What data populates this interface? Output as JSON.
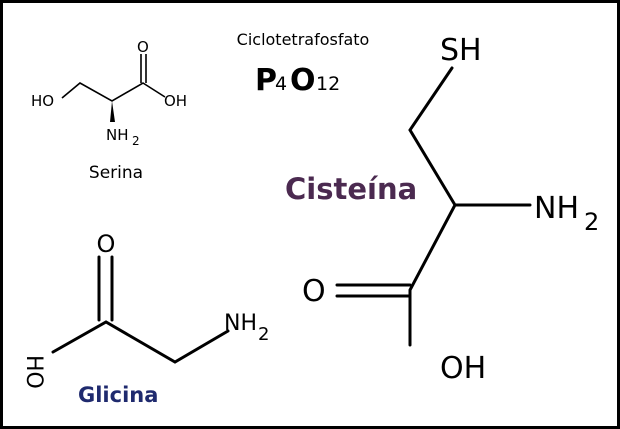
{
  "serine": {
    "name": "Serina",
    "ho": "HO",
    "oh": "OH",
    "o": "O",
    "nh": "NH",
    "sub2": "2"
  },
  "phosphate": {
    "name": "Ciclotetrafosfato",
    "p": "P",
    "sub4": "4",
    "o": "O",
    "sub12": "12"
  },
  "cysteine": {
    "name": "Cisteína",
    "sh": "SH",
    "nh": "NH",
    "sub2": "2",
    "o": "O",
    "oh": "OH",
    "color": "#4b2a50"
  },
  "glycine": {
    "name": "Glicina",
    "ho": "HO",
    "o": "O",
    "nh": "NH",
    "sub2": "2",
    "color": "#1f2a6e"
  }
}
